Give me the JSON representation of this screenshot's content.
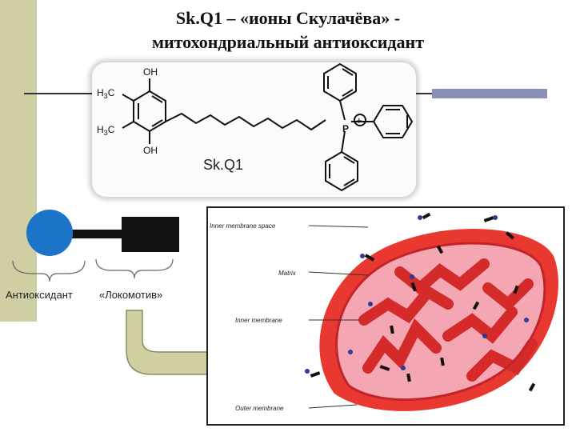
{
  "title": {
    "line1": "Sk.Q1 – «ионы Скулачёва» -",
    "line2": "митохондриальный антиоксидант"
  },
  "molecule": {
    "name": "Sk.Q1",
    "atoms": {
      "oh": "OH",
      "ch3": "H",
      "ch3_sub": "3",
      "carbon": "C",
      "phosphorus": "P",
      "plus": "+"
    }
  },
  "scheme": {
    "antioxidant_label": "Антиоксидант",
    "locomotive_label": "«Локомотив»"
  },
  "mitochondrion": {
    "labels": {
      "ims": "Inner membrane space",
      "matrix": "Matrix",
      "inner": "Inner membrane",
      "outer": "Outer membrane"
    }
  },
  "colors": {
    "sidebar": "#cfcfa3",
    "antioxidant_ball": "#1c74c8",
    "arrow_fill": "#cfcf9f",
    "outer_membrane": "#e8382f",
    "inner_space": "#f4a7b3",
    "accent_bar": "#8a8fb8"
  }
}
